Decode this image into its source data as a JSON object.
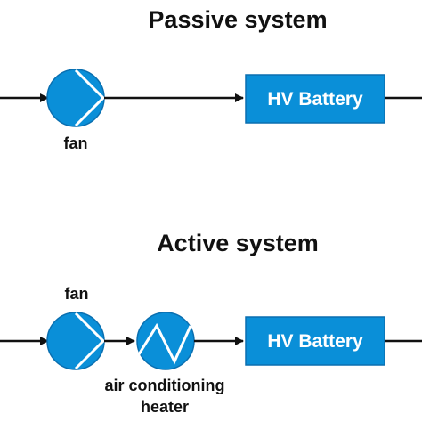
{
  "passive": {
    "title": "Passive system",
    "fan_label": "fan",
    "battery_label": "HV Battery"
  },
  "active": {
    "title": "Active system",
    "fan_label": "fan",
    "ac_heater_label_line1": "air conditioning",
    "ac_heater_label_line2": "heater",
    "battery_label": "HV Battery"
  },
  "colors": {
    "component_fill": "#0a8fd8",
    "component_stroke": "#0a6fb0",
    "line": "#111111"
  },
  "icons": [
    "fan-icon",
    "heater-icon",
    "arrow-icon"
  ]
}
